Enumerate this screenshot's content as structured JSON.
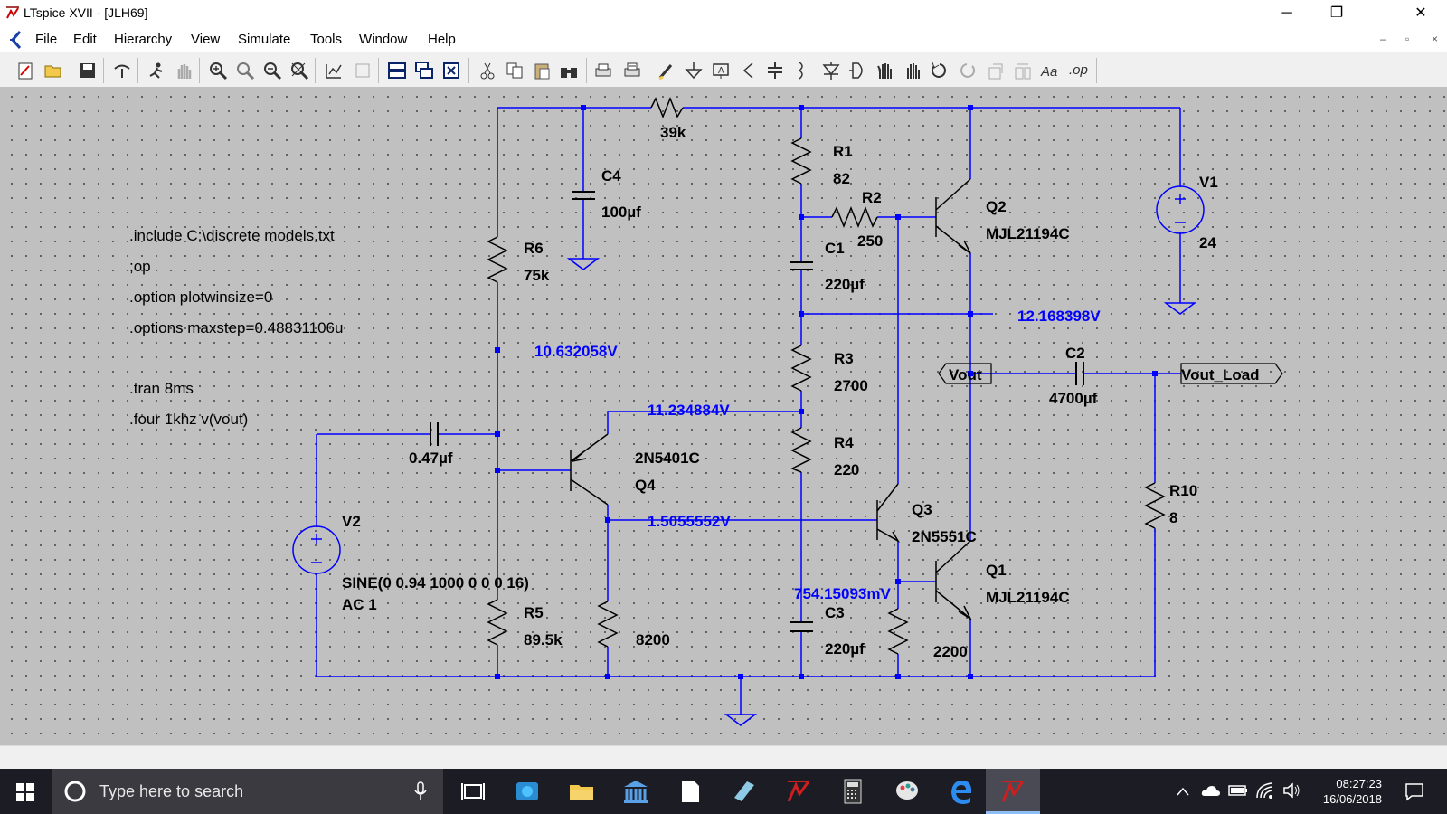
{
  "window": {
    "title": "LTspice XVII - [JLH69]",
    "controls": [
      "─",
      "❐",
      "✕"
    ],
    "mdi_controls": [
      "–",
      "▫",
      "×"
    ]
  },
  "menu": [
    "File",
    "Edit",
    "Hierarchy",
    "View",
    "Simulate",
    "Tools",
    "Window",
    "Help"
  ],
  "toolbar": {
    "icons": [
      "new-schematic-icon",
      "open-icon",
      "save-icon",
      "control-panel-icon",
      "run-icon",
      "halt-icon",
      "zoom-in-icon",
      "zoom-pan-icon",
      "zoom-out-icon",
      "zoom-fit-icon",
      "autorange-icon",
      "grid-icon",
      "tile-icon",
      "cascade-icon",
      "close-window-icon",
      "cut-icon",
      "copy-icon",
      "paste-icon",
      "find-icon",
      "print-icon",
      "print-setup-icon",
      "wire-icon",
      "ground-icon",
      "label-icon",
      "resistor-icon",
      "capacitor-icon",
      "inductor-icon",
      "diode-icon",
      "component-icon",
      "move-icon",
      "drag-icon",
      "undo-icon",
      "redo-icon",
      "rotate-icon",
      "mirror-icon",
      "text-icon",
      "spice-directive-icon"
    ],
    "op_label": ".op"
  },
  "schematic": {
    "directives": [
      ".include C:\\discrete models.txt",
      ";op",
      ".option plotwinsize=0",
      ".options maxstep=0.48831106u",
      ".tran 8ms",
      ".four 1khz v(vout)"
    ],
    "components": {
      "r_top": {
        "value": "39k"
      },
      "c4": {
        "name": "C4",
        "value": "100µf"
      },
      "r1": {
        "name": "R1",
        "value": "82"
      },
      "r2": {
        "name": "R2",
        "value": "250"
      },
      "q2": {
        "name": "Q2",
        "model": "MJL21194C"
      },
      "v1": {
        "name": "V1",
        "value": "24"
      },
      "r6": {
        "name": "R6",
        "value": "75k"
      },
      "c1": {
        "name": "C1",
        "value": "220µf"
      },
      "r3": {
        "name": "R3",
        "value": "2700"
      },
      "c2": {
        "name": "C2",
        "value": "4700µf"
      },
      "r4": {
        "name": "R4",
        "value": "220"
      },
      "q4": {
        "name": "Q4",
        "model": "2N5401C"
      },
      "q3": {
        "name": "Q3",
        "model": "2N5551C"
      },
      "q1": {
        "name": "Q1",
        "model": "MJL21194C"
      },
      "r10": {
        "name": "R10",
        "value": "8"
      },
      "v2": {
        "name": "V2",
        "value": "SINE(0 0.94 1000 0 0 0 16)",
        "ac": "AC 1"
      },
      "c_in": {
        "value": "0.47µf"
      },
      "r5": {
        "name": "R5",
        "value": "89.5k"
      },
      "r_8200": {
        "value": "8200"
      },
      "c3": {
        "name": "C3",
        "value": "220µf"
      },
      "r_2200": {
        "value": "2200"
      }
    },
    "node_labels": {
      "vout": "Vout",
      "vout_load": "Vout_Load"
    },
    "voltages": {
      "v_out_node": "12.168398V",
      "v_r6": "10.632058V",
      "v_r3r4": "11.234884V",
      "v_q4c": "1.5055552V",
      "v_q1b": "754.15093mV"
    },
    "colors": {
      "wire": "#0000ff",
      "text": "#000000",
      "voltage": "#0000ff",
      "canvas": "#c0c0c0"
    }
  },
  "taskbar": {
    "search_placeholder": "Type here to search",
    "time": "08:27:23",
    "date": "16/06/2018",
    "apps": [
      "task-view-icon",
      "store-icon",
      "file-explorer-icon",
      "library-icon",
      "document-icon",
      "notepad-icon",
      "ltspice-icon",
      "calculator-icon",
      "paint-icon",
      "edge-icon",
      "ltspice-active-icon"
    ],
    "tray": [
      "chevron-up-icon",
      "onedrive-icon",
      "battery-icon",
      "wifi-icon",
      "volume-icon"
    ]
  }
}
